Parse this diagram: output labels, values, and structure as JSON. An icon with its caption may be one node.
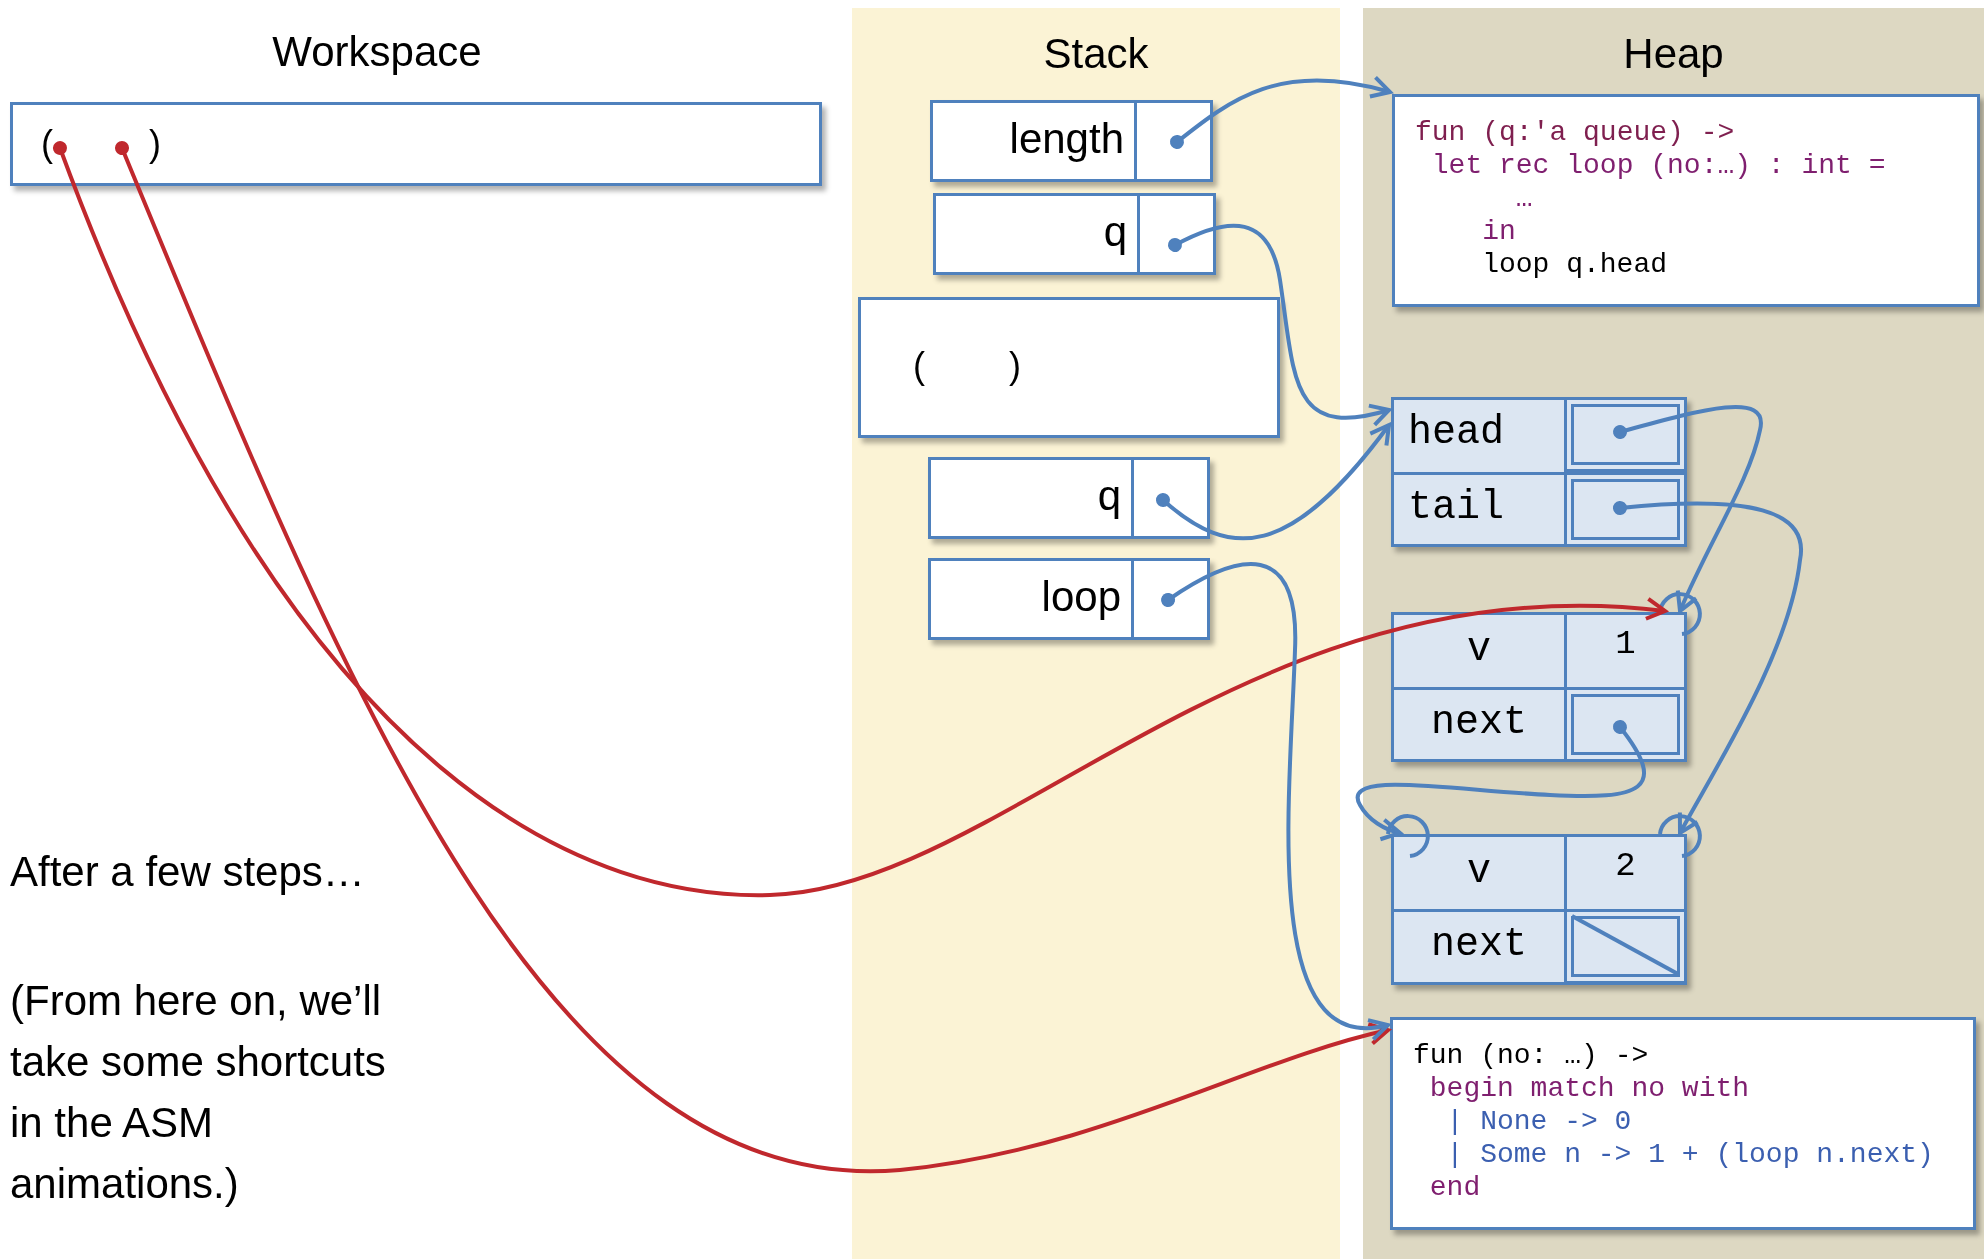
{
  "diagram": {
    "nodes": [
      {
        "text": [
          "(",
          ")"
        ]
      },
      {
        "text": [
          "Stack"
        ]
      },
      {
        "text": [
          "length"
        ],
        "in": 1
      },
      {
        "text": [
          "q"
        ],
        "in": 1
      },
      {
        "text": [
          "(",
          ")"
        ],
        "in": 1
      },
      {
        "text": [
          "q"
        ],
        "in": 1
      },
      {
        "text": [
          "loop"
        ],
        "in": 1
      },
      {
        "text": [
          "Heap"
        ]
      },
      {
        "text": [
          "fun (q:'a queue) ->",
          "let rec loop (no:…) : int =",
          "…",
          "in",
          "loop q.head"
        ],
        "in": 7
      },
      {
        "text": [
          "head",
          "tail"
        ],
        "in": 7
      },
      {
        "text": [
          "v",
          "1",
          "next"
        ],
        "in": 7
      },
      {
        "text": [
          "v",
          "2",
          "next"
        ],
        "in": 7
      },
      {
        "text": [
          "fun (no: …) ->",
          "begin match no with",
          "| None -> 0",
          "| Some n -> 1 + (loop n.next)",
          "end"
        ],
        "in": 7
      }
    ],
    "edges": [
      {
        "from": 0,
        "to": 10,
        "arrow": "to",
        "color": "#c0282d"
      },
      {
        "from": 0,
        "to": 12,
        "arrow": "to",
        "color": "#c0282d"
      },
      {
        "from": 2,
        "to": 8,
        "arrow": "to"
      },
      {
        "from": 3,
        "to": 9,
        "arrow": "to"
      },
      {
        "from": 5,
        "to": 9,
        "arrow": "to"
      },
      {
        "from": 6,
        "to": 12,
        "arrow": "to"
      },
      {
        "from": 9,
        "to": 10,
        "arrow": "to"
      },
      {
        "from": 9,
        "to": 11,
        "arrow": "to"
      },
      {
        "from": 10,
        "to": 11,
        "arrow": "to"
      }
    ],
    "labels": [
      "Workspace",
      "After a few steps…",
      "(From here on, we’ll take some shortcuts in the ASM animations.)"
    ]
  }
}
